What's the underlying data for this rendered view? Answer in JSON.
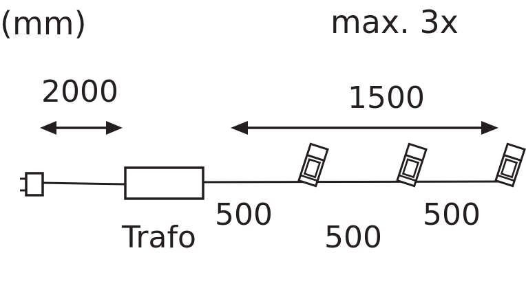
{
  "unit_label": "(mm)",
  "multiplier_label": "max. 3x",
  "dimensions": {
    "mains_cable": "2000",
    "lamp_section": "1500",
    "trafo_to_first_lamp": "500",
    "between_lamps_1": "500",
    "between_lamps_2": "500"
  },
  "components": {
    "transformer_label": "Trafo"
  },
  "colors": {
    "ink": "#231f20",
    "background": "#ffffff"
  },
  "icons": [
    "plug-icon",
    "spotlight-icon",
    "spotlight-icon",
    "spotlight-icon"
  ]
}
